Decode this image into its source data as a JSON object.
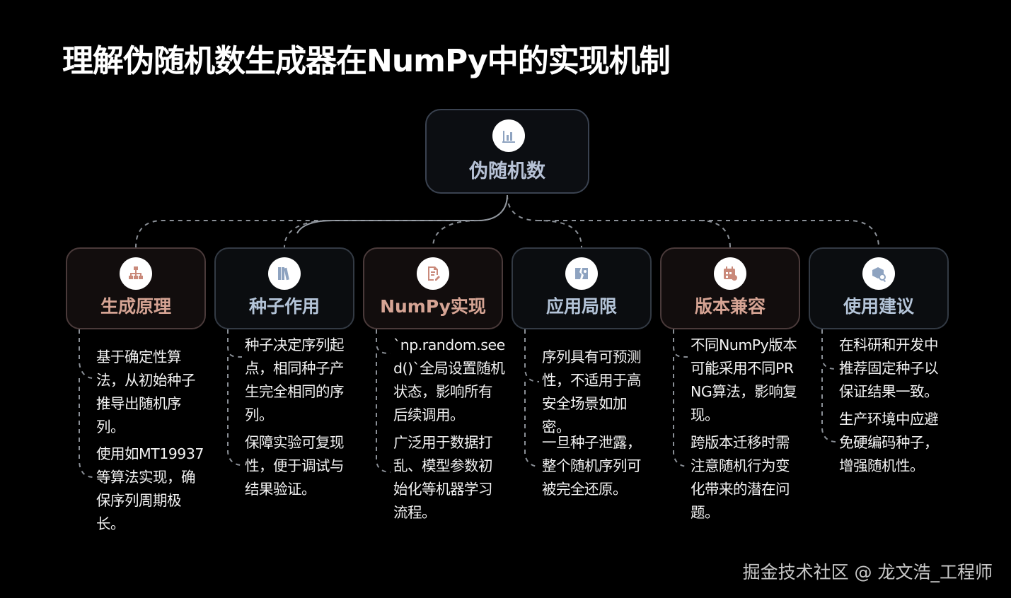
{
  "title": "理解伪随机数生成器在NumPy中的实现机制",
  "root": {
    "label": "伪随机数",
    "icon": "bar-chart-icon"
  },
  "categories": [
    {
      "label": "生成原理",
      "icon": "sitemap-icon",
      "tone": "warm",
      "notes": [
        "基于确定性算法，从初始种子推导出随机序列。",
        "使用如MT19937等算法实现，确保序列周期极长。"
      ]
    },
    {
      "label": "种子作用",
      "icon": "books-icon",
      "tone": "cool",
      "notes": [
        "种子决定序列起点，相同种子产生完全相同的序列。",
        "保障实验可复现性，便于调试与结果验证。"
      ]
    },
    {
      "label": "NumPy实现",
      "icon": "document-edit-icon",
      "tone": "warm",
      "notes": [
        "`np.random.seed()`全局设置随机状态，影响所有后续调用。",
        "广泛用于数据打乱、模型参数初始化等机器学习流程。"
      ]
    },
    {
      "label": "应用局限",
      "icon": "broken-image-icon",
      "tone": "cool",
      "notes": [
        "序列具有可预测性，不适用于高安全场景如加密。",
        "一旦种子泄露，整个随机序列可被完全还原。"
      ]
    },
    {
      "label": "版本兼容",
      "icon": "calendar-icon",
      "tone": "warm",
      "notes": [
        "不同NumPy版本可能采用不同PRNG算法，影响复现。",
        "跨版本迁移时需注意随机行为变化带来的潜在问题。"
      ]
    },
    {
      "label": "使用建议",
      "icon": "box-search-icon",
      "tone": "cool",
      "notes": [
        "在科研和开发中推荐固定种子以保证结果一致。",
        "生产环境中应避免硬编码种子，增强随机性。"
      ]
    }
  ],
  "watermark": "掘金技术社区 @ 龙文浩_工程师",
  "colors": {
    "warm_label": "#d6a494",
    "cool_label": "#b4c4d8",
    "root_label": "#b7c2d6",
    "connector": "#8a8f96"
  }
}
